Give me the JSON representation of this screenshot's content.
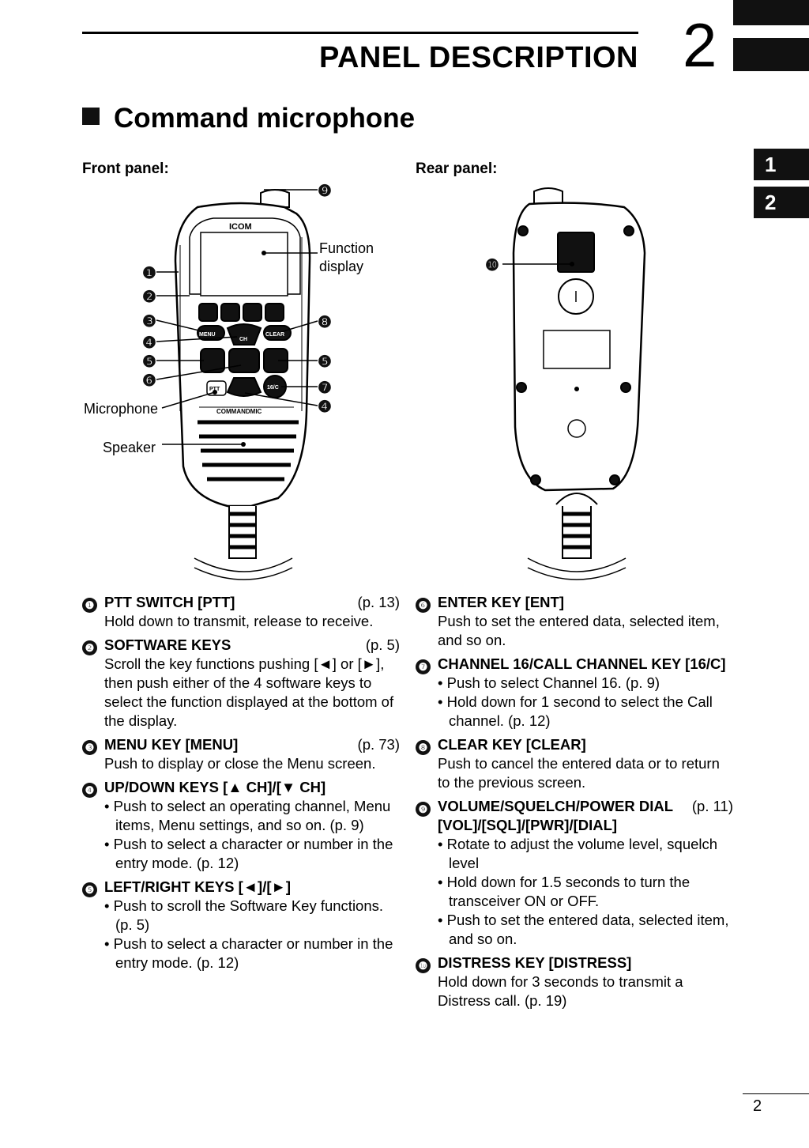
{
  "header": {
    "title": "PANEL DESCRIPTION",
    "chapter": "2"
  },
  "side_tabs": [
    "1",
    "2"
  ],
  "section": {
    "title": "Command microphone"
  },
  "front_label": "Front panel:",
  "rear_label": "Rear panel:",
  "figure": {
    "brand": "ICOM",
    "model": "COMMANDMIC",
    "callouts": {
      "function_display_1": "Function",
      "function_display_2": "display",
      "microphone": "Microphone",
      "speaker": "Speaker"
    },
    "markers": [
      "❶",
      "❷",
      "❸",
      "❹",
      "❺",
      "❻",
      "❼",
      "❽",
      "❾",
      "❿"
    ],
    "key_labels": {
      "menu": "MENU",
      "clear": "CLEAR",
      "ptt": "PTT",
      "ch": "CH",
      "call": "16/C"
    }
  },
  "left_items": [
    {
      "num": "❶",
      "title": "PTT SWITCH [PTT]",
      "page": "(p. 13)",
      "body": [
        "Hold down to transmit, release to receive."
      ],
      "bullets": []
    },
    {
      "num": "❷",
      "title": "SOFTWARE KEYS",
      "page": "(p. 5)",
      "body": [
        "Scroll the key functions pushing [◄] or [►], then push either of the 4 software keys to select the function displayed at the bottom of the display."
      ],
      "bullets": []
    },
    {
      "num": "❸",
      "title": "MENU KEY [MENU]",
      "page": "(p. 73)",
      "body": [
        "Push to display or close the Menu screen."
      ],
      "bullets": []
    },
    {
      "num": "❹",
      "title": "UP/DOWN KEYS [▲ CH]/[▼ CH]",
      "page": "",
      "body": [],
      "bullets": [
        "Push to select an operating channel, Menu items, Menu settings, and so on. (p. 9)",
        "Push to select a character or number in the entry mode. (p. 12)"
      ]
    },
    {
      "num": "❺",
      "title": "LEFT/RIGHT KEYS [◄]/[►]",
      "page": "",
      "body": [],
      "bullets": [
        "Push to scroll the Software Key functions. (p. 5)",
        "Push to select a character or number in the entry mode. (p. 12)"
      ]
    }
  ],
  "right_items": [
    {
      "num": "❻",
      "title": "ENTER KEY [ENT]",
      "page": "",
      "body": [
        "Push to set the entered data, selected item, and so on."
      ],
      "bullets": []
    },
    {
      "num": "❼",
      "title": "CHANNEL 16/CALL CHANNEL KEY [16/C]",
      "page": "",
      "body": [],
      "bullets": [
        "Push to select Channel 16. (p. 9)",
        "Hold down for 1 second to select the Call channel. (p. 12)"
      ]
    },
    {
      "num": "❽",
      "title": "CLEAR KEY [CLEAR]",
      "page": "",
      "body": [
        "Push to cancel the entered data or to return to the previous screen."
      ],
      "bullets": []
    },
    {
      "num": "❾",
      "title": "VOLUME/SQUELCH/POWER DIAL [VOL]/[SQL]/[PWR]/[DIAL]",
      "page": "(p. 11)",
      "body": [],
      "bullets": [
        "Rotate to adjust the volume level, squelch level",
        "Hold down for 1.5 seconds to turn the transceiver ON or OFF.",
        "Push to set the entered data, selected item, and so on."
      ]
    },
    {
      "num": "❿",
      "title": "DISTRESS KEY [DISTRESS]",
      "page": "",
      "body": [
        "Hold down for 3 seconds to transmit a Distress call. (p. 19)"
      ],
      "bullets": []
    }
  ],
  "page_number": "2"
}
